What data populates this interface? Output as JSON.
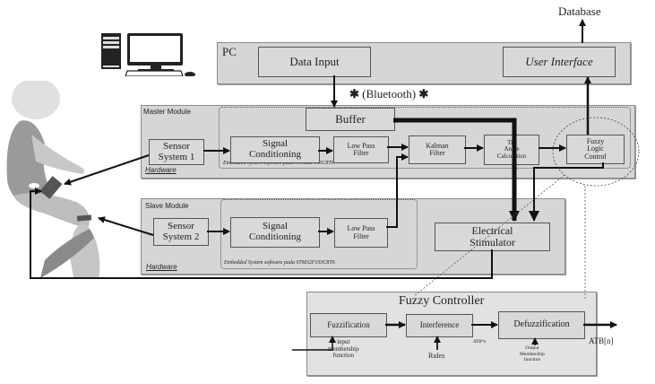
{
  "pc": {
    "label": "PC",
    "data_input": "Data Input",
    "user_interface": "User Interface"
  },
  "database": "Database",
  "bluetooth": {
    "label": "(Bluetooth)",
    "icon": "bluetooth-icon",
    "glyph": "✱"
  },
  "master": {
    "label": "Master Module",
    "hardware": "Hardware",
    "embedded": "Embedded System software pada STM32F103C8T6",
    "sensor": [
      "Sensor",
      "System 1"
    ],
    "signal": [
      "Signal",
      "Conditioning"
    ],
    "lpf": [
      "Low Pass",
      "Filter"
    ],
    "kalman": [
      "Kalman",
      "Filter"
    ],
    "tilt": [
      "Tilt",
      "Angle",
      "Calculation"
    ],
    "fuzzy": [
      "Fuzzy",
      "Logic",
      "Control"
    ],
    "buffer": "Buffer"
  },
  "slave": {
    "label": "Slave Module",
    "hardware": "Hardware",
    "embedded": "Embedded System software pada STM32F103C8T6",
    "sensor": [
      "Sensor",
      "System 2"
    ],
    "signal": [
      "Signal",
      "Conditioning"
    ],
    "lpf": [
      "Low Pass",
      "Filter"
    ]
  },
  "stimulator": [
    "Electrical",
    "Stimulator"
  ],
  "fuzzy_controller": {
    "title": "Fuzzy Controller",
    "fuzzification": "Fuzzification",
    "interference": "Interference",
    "defuzzification": "Defuzzification",
    "input_mf": [
      "input",
      "membership",
      "function"
    ],
    "rules": "Rules",
    "atb_n": "ATB*n",
    "output_mf": [
      "Output",
      "Membership",
      "function"
    ],
    "output": "ATB[n]"
  },
  "icons": [
    "computer-icon",
    "person-seated-icon",
    "bluetooth-icon"
  ]
}
